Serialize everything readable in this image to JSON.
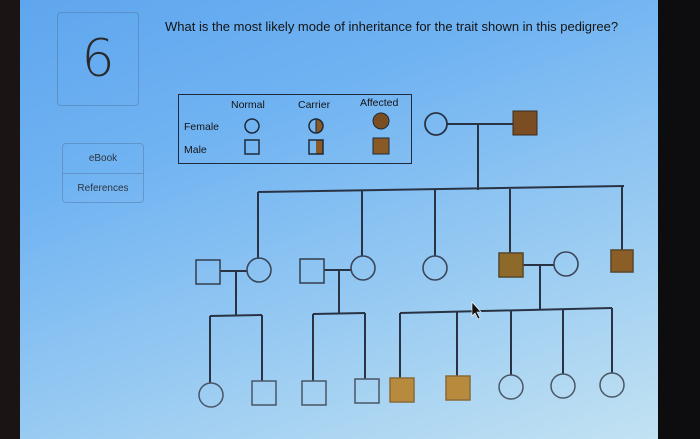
{
  "question": {
    "number": "6",
    "text": "What is the most likely mode of inheritance for the trait shown in this pedigree?"
  },
  "side_links": [
    {
      "label": "eBook"
    },
    {
      "label": "References"
    }
  ],
  "legend": {
    "columns": [
      "Normal",
      "Carrier",
      "Affected"
    ],
    "rows": [
      "Female",
      "Male"
    ]
  },
  "colors": {
    "affected_fill": "#8a5a26",
    "line": "#2a3344",
    "background": "#79b8f0"
  },
  "pedigree": {
    "generation_1": [
      {
        "sex": "female",
        "status": "normal"
      },
      {
        "sex": "male",
        "status": "affected"
      }
    ],
    "generation_2": [
      {
        "sex": "male",
        "status": "normal",
        "married_in": true
      },
      {
        "sex": "female",
        "status": "normal"
      },
      {
        "sex": "male",
        "status": "normal",
        "married_in": true
      },
      {
        "sex": "female",
        "status": "normal"
      },
      {
        "sex": "female",
        "status": "normal"
      },
      {
        "sex": "male",
        "status": "affected"
      },
      {
        "sex": "female",
        "status": "normal",
        "married_in": true
      },
      {
        "sex": "male",
        "status": "affected"
      }
    ],
    "generation_3": [
      {
        "sex": "female",
        "status": "normal",
        "family": 1
      },
      {
        "sex": "male",
        "status": "normal",
        "family": 1
      },
      {
        "sex": "male",
        "status": "normal",
        "family": 2
      },
      {
        "sex": "male",
        "status": "normal",
        "family": 2
      },
      {
        "sex": "male",
        "status": "affected",
        "family": 3
      },
      {
        "sex": "male",
        "status": "affected",
        "family": 3
      },
      {
        "sex": "female",
        "status": "normal",
        "family": 3
      },
      {
        "sex": "female",
        "status": "normal",
        "family": 3
      },
      {
        "sex": "female",
        "status": "normal",
        "family": 3
      }
    ]
  }
}
